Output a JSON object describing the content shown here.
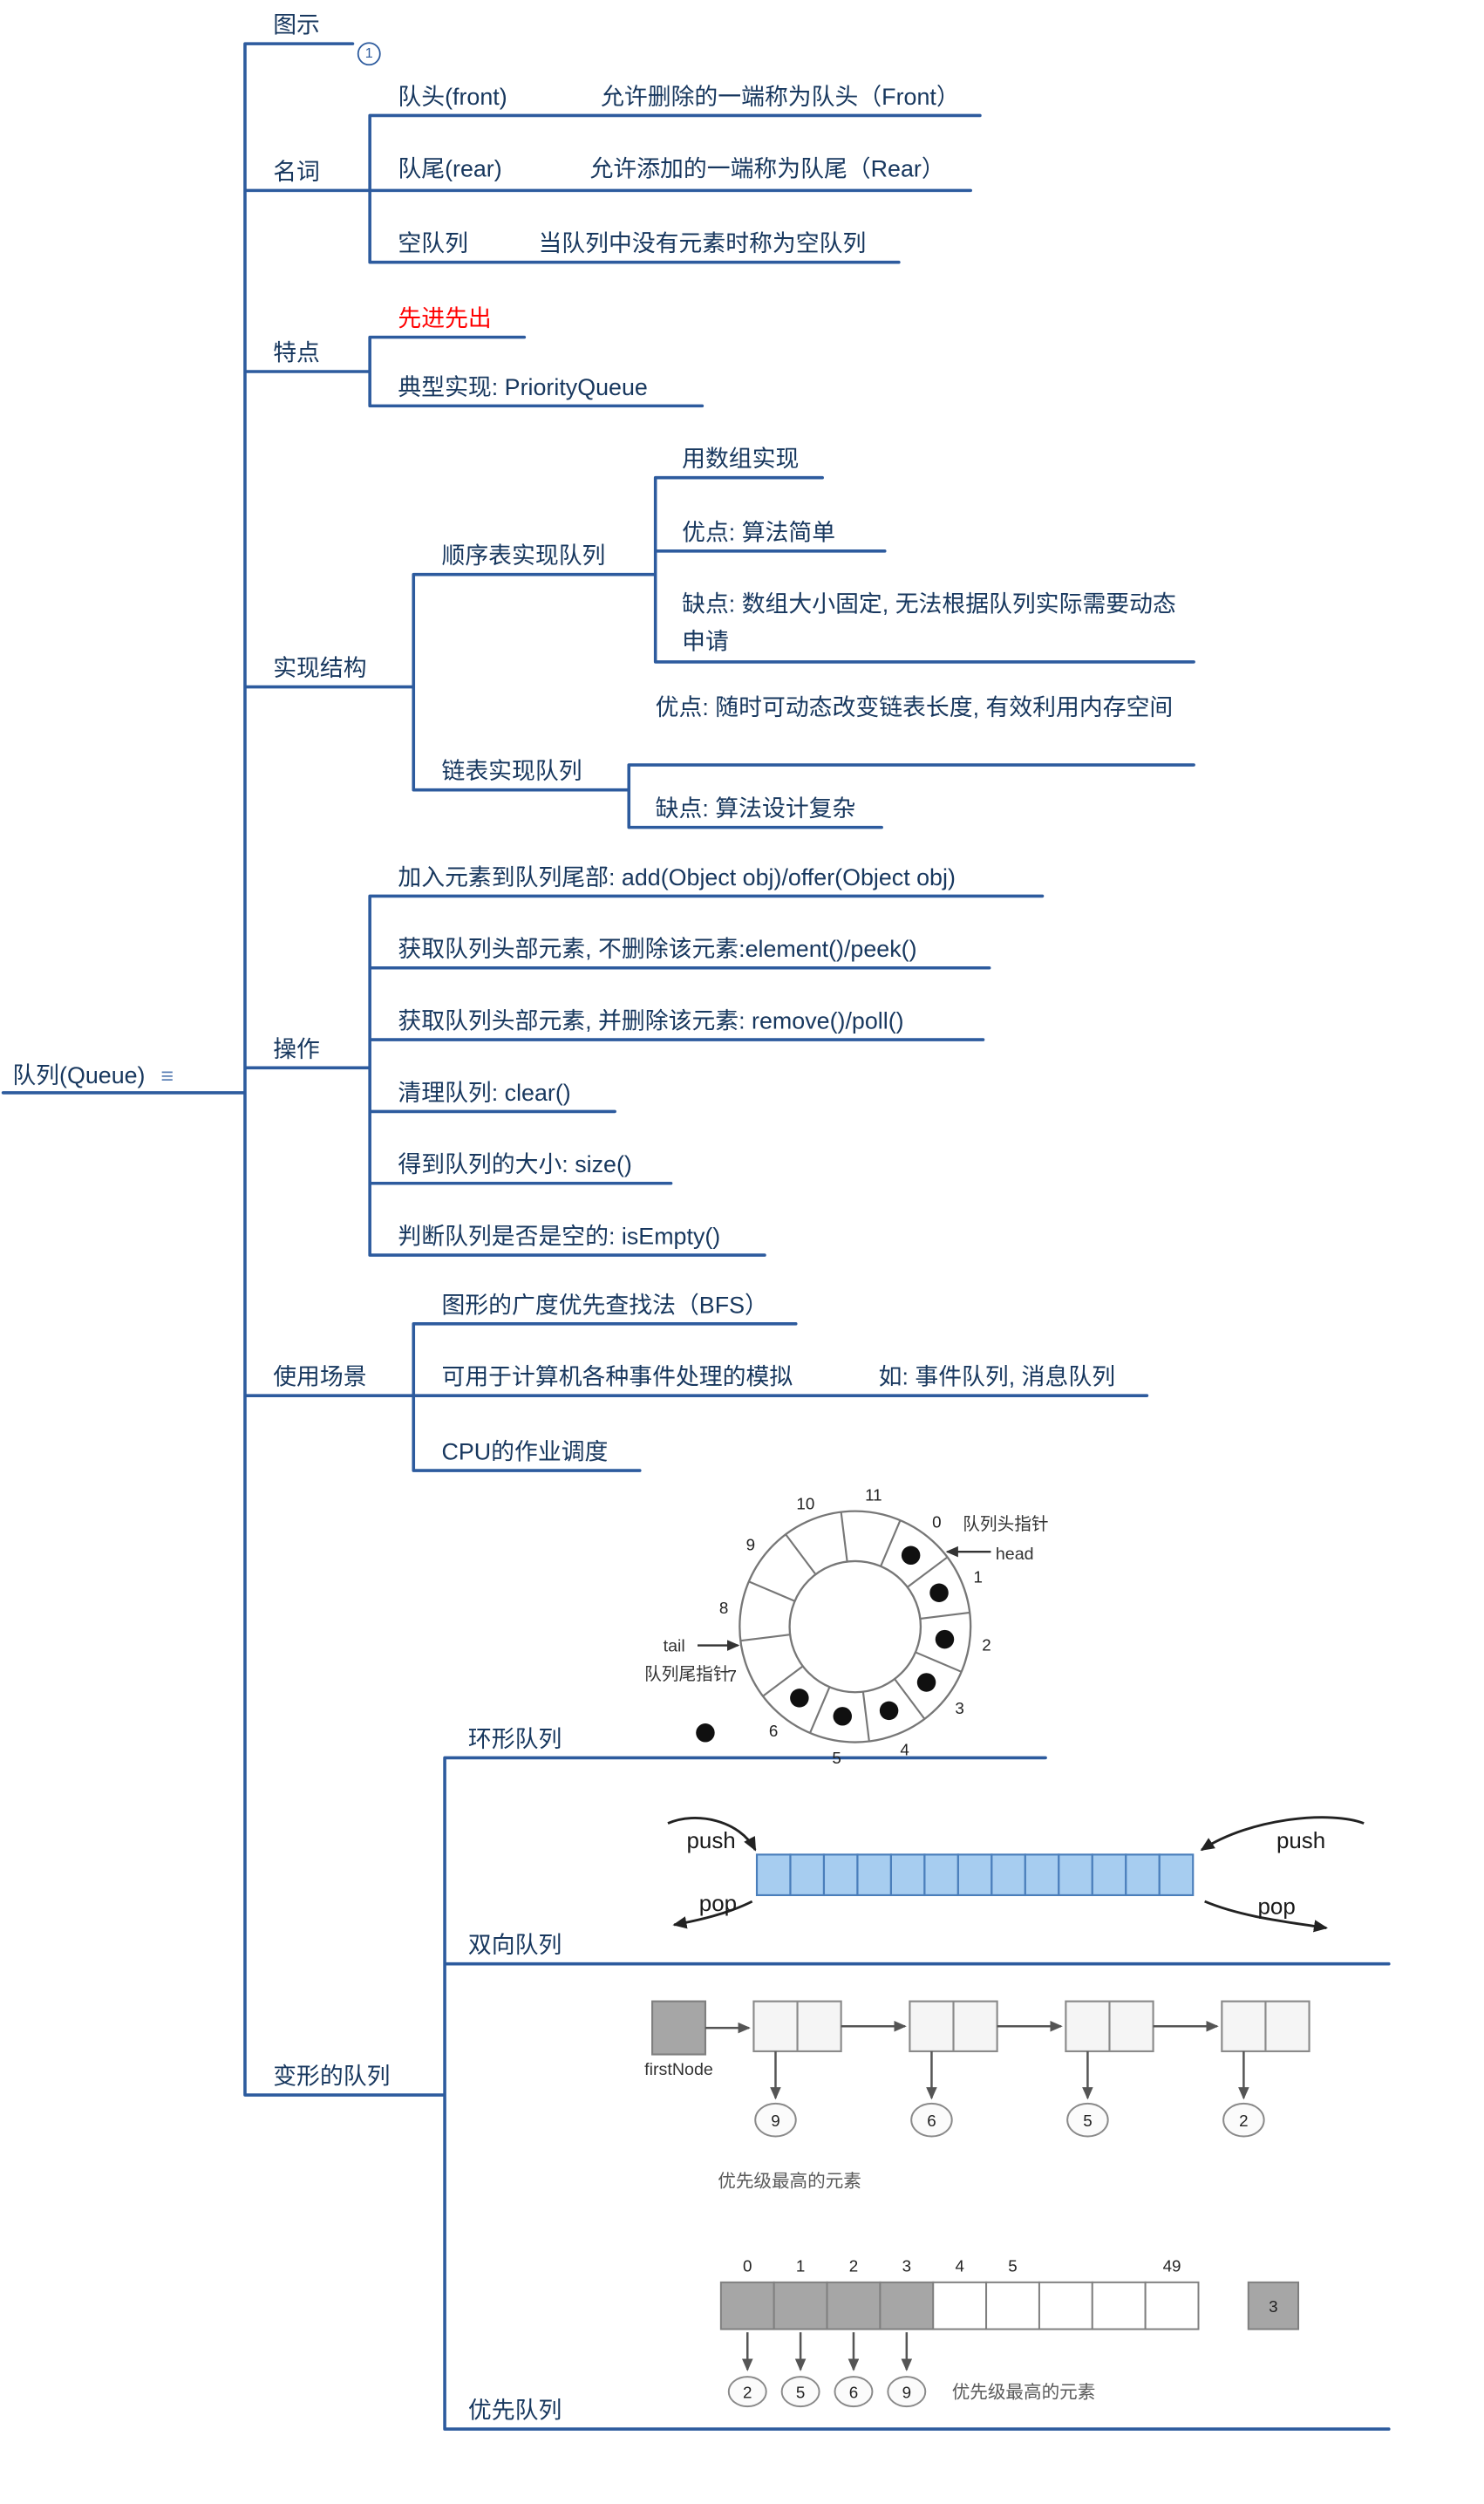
{
  "root": {
    "label": "队列(Queue)"
  },
  "topics": {
    "tushi": "图示",
    "tushi_badge": "1",
    "mingci": "名词",
    "tedian": "特点",
    "shixian_jiegou": "实现结构",
    "caozuo": "操作",
    "shiyong_changjing": "使用场景",
    "bianxing_duilie": "变形的队列"
  },
  "mingci": {
    "front_term": "队头(front)",
    "front_desc": "允许删除的一端称为队头（Front）",
    "rear_term": "队尾(rear)",
    "rear_desc": "允许添加的一端称为队尾（Rear）",
    "empty_term": "空队列",
    "empty_desc": "当队列中没有元素时称为空队列"
  },
  "tedian": {
    "fifo": "先进先出",
    "impl": "典型实现: PriorityQueue"
  },
  "shixian": {
    "shunxubiao": "顺序表实现队列",
    "array_impl": "用数组实现",
    "array_pro": "优点: 算法简单",
    "array_con": "缺点: 数组大小固定, 无法根据队列实际需要动态申请",
    "lianbiao": "链表实现队列",
    "linked_pro": "优点: 随时可动态改变链表长度, 有效利用内存空间",
    "linked_con": "缺点: 算法设计复杂"
  },
  "caozuo": {
    "add": "加入元素到队列尾部: add(Object obj)/offer(Object obj)",
    "peek": "获取队列头部元素, 不删除该元素:element()/peek()",
    "poll": "获取队列头部元素, 并删除该元素: remove()/poll()",
    "clear": "清理队列: clear()",
    "size": "得到队列的大小: size()",
    "isempty": "判断队列是否是空的: isEmpty()"
  },
  "changjing": {
    "bfs": "图形的广度优先查找法（BFS）",
    "simulate": "可用于计算机各种事件处理的模拟",
    "simulate_eg": "如: 事件队列, 消息队列",
    "cpu": "CPU的作业调度"
  },
  "bianxing": {
    "circular": "环形队列",
    "deque": "双向队列",
    "priority": "优先队列"
  },
  "colors": {
    "line": "#2d5b9e",
    "topic_text": "#17375e",
    "highlight_red": "#ff0000"
  },
  "diagrams": {
    "circular": {
      "slots": [
        "0",
        "1",
        "2",
        "3",
        "4",
        "5",
        "6",
        "7",
        "8",
        "9",
        "10",
        "11"
      ],
      "filled_slots": [
        0,
        1,
        2,
        3,
        4,
        5,
        6
      ],
      "head_pointer_label": "队列头指针",
      "head_label": "head",
      "tail_label": "tail",
      "tail_pointer_label": "队列尾指针"
    },
    "deque": {
      "push_left": "push",
      "pop_left": "pop",
      "push_right": "push",
      "pop_right": "pop",
      "cell_count": 13,
      "cell_fill": "#a7cdf0",
      "cell_stroke": "#4a7ebb"
    },
    "priority_linked": {
      "first_node_label": "firstNode",
      "values": [
        "9",
        "6",
        "5",
        "2"
      ],
      "caption": "优先级最高的元素"
    },
    "priority_array": {
      "indices": [
        {
          "label": "0",
          "cell": 0
        },
        {
          "label": "1",
          "cell": 1
        },
        {
          "label": "2",
          "cell": 2
        },
        {
          "label": "3",
          "cell": 3
        },
        {
          "label": "4",
          "cell": 4
        },
        {
          "label": "5",
          "cell": 5
        },
        {
          "label": "49",
          "cell": 8
        }
      ],
      "values": [
        "2",
        "5",
        "6",
        "9"
      ],
      "caption": "优先级最高的元素",
      "extra_cell_value": "3"
    }
  }
}
